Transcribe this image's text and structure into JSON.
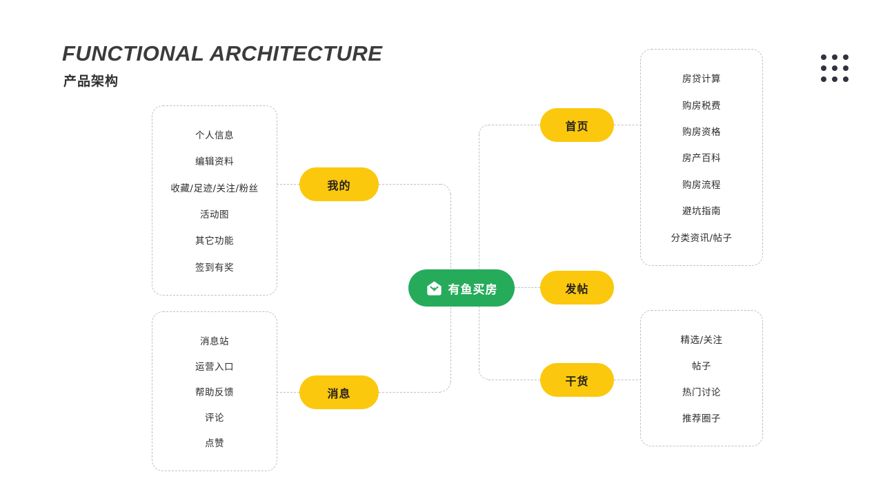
{
  "header": {
    "title_en": "FUNCTIONAL ARCHITECTURE",
    "title_cn": "产品架构"
  },
  "decor": {
    "dot_grid_name": "dot-grid-decoration",
    "dot_count": 9,
    "dot_color": "#33313f"
  },
  "colors": {
    "brand_green": "#26ab5b",
    "node_yellow": "#FBC80D",
    "dash_gray": "#bfbfbf",
    "text_dark": "#2b2b2b"
  },
  "center_node": {
    "label": "有鱼买房",
    "icon": "house-envelope-logo-icon"
  },
  "branches": [
    {
      "id": "mine",
      "label": "我的",
      "side": "left",
      "items": [
        "个人信息",
        "编辑资料",
        "收藏/足迹/关注/粉丝",
        "活动图",
        "其它功能",
        "签到有奖"
      ]
    },
    {
      "id": "messages",
      "label": "消息",
      "side": "left",
      "items": [
        "消息站",
        "运营入口",
        "帮助反馈",
        "评论",
        "点赞"
      ]
    },
    {
      "id": "home",
      "label": "首页",
      "side": "right",
      "items": [
        "房贷计算",
        "购房税费",
        "购房资格",
        "房产百科",
        "购房流程",
        "避坑指南",
        "分类资讯/帖子"
      ]
    },
    {
      "id": "post",
      "label": "发帖",
      "side": "right",
      "items": []
    },
    {
      "id": "content",
      "label": "干货",
      "side": "right",
      "items": [
        "精选/关注",
        "帖子",
        "热门讨论",
        "推荐圈子"
      ]
    }
  ]
}
